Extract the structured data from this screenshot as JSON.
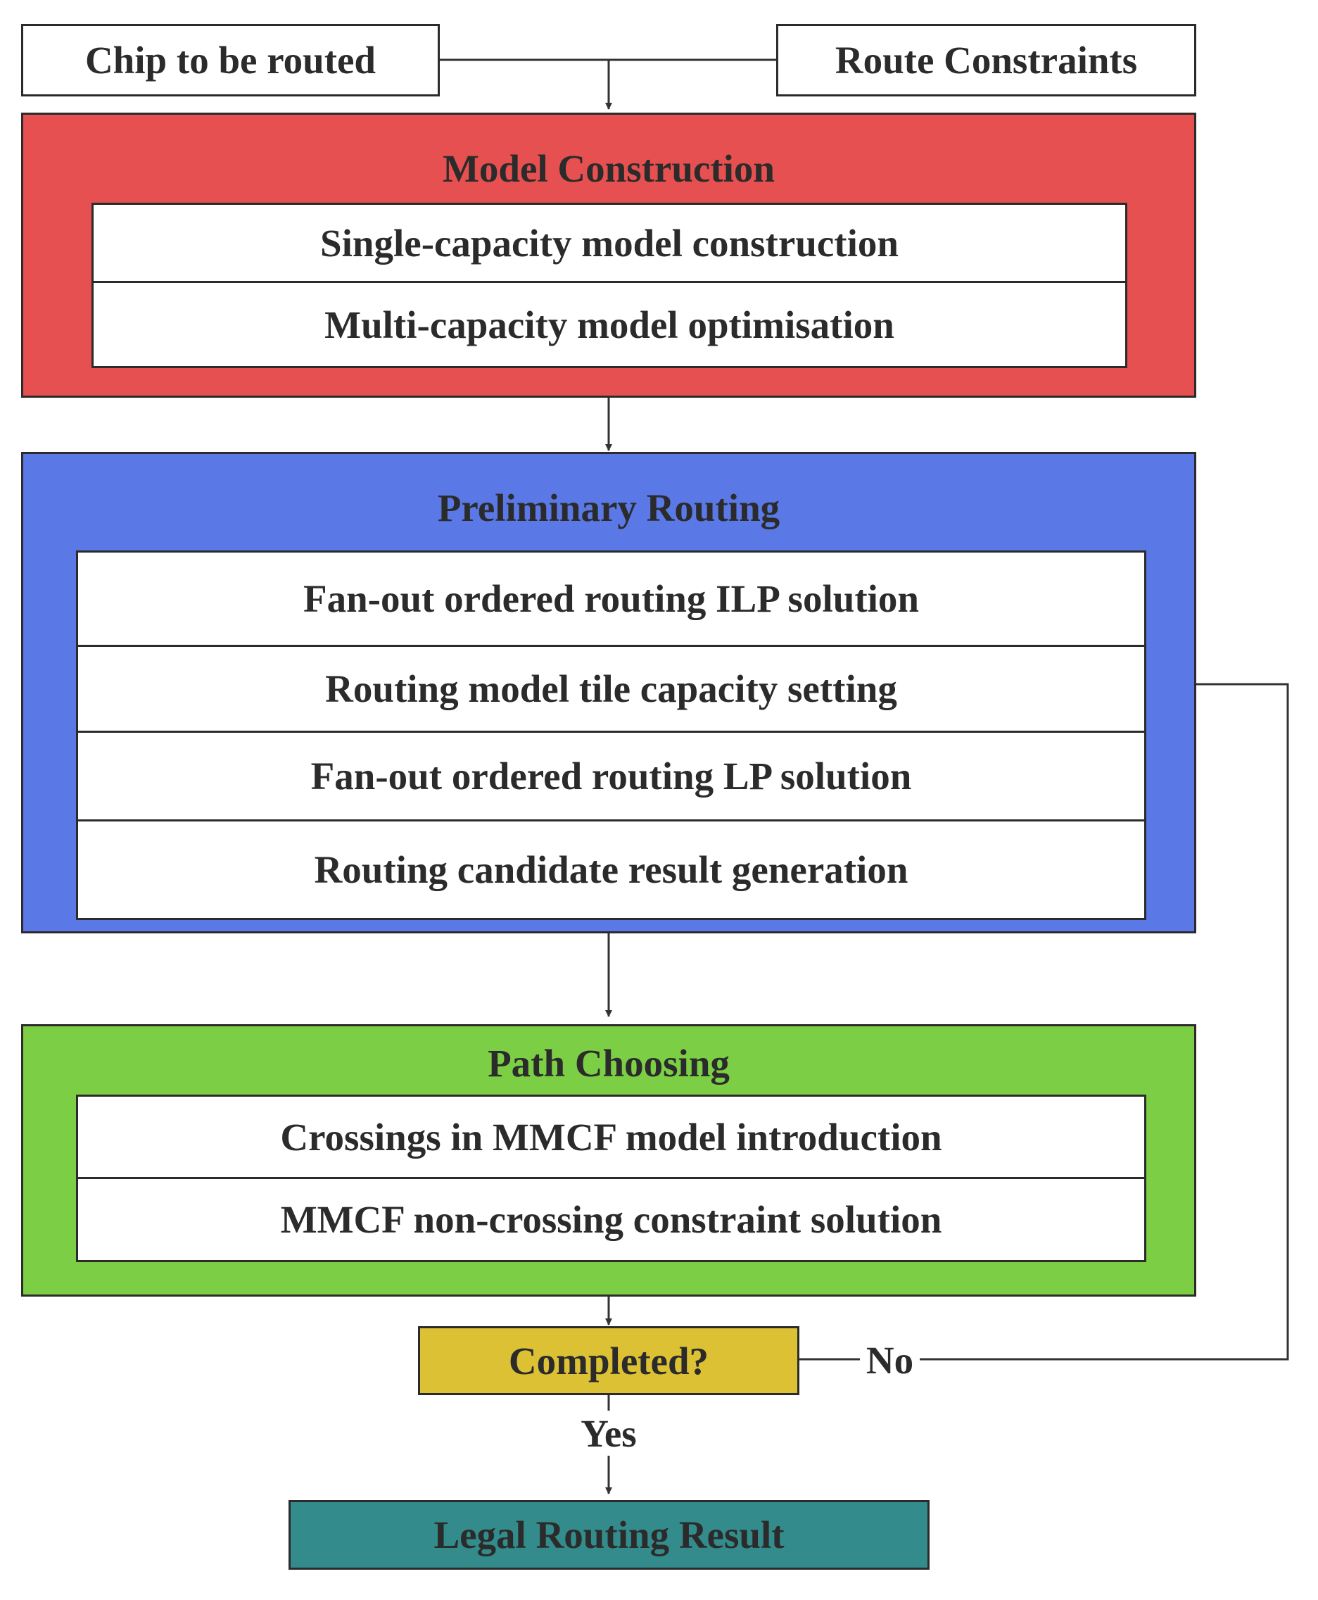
{
  "inputs": {
    "chip": "Chip to be routed",
    "constraints": "Route Constraints"
  },
  "model_construction": {
    "title": "Model Construction",
    "steps": [
      "Single-capacity model construction",
      "Multi-capacity model optimisation"
    ],
    "color": "#e65050"
  },
  "preliminary_routing": {
    "title": "Preliminary Routing",
    "steps": [
      "Fan-out ordered routing ILP solution",
      "Routing model tile capacity setting",
      "Fan-out ordered routing LP solution",
      "Routing candidate result generation"
    ],
    "color": "#5a78e6"
  },
  "path_choosing": {
    "title": "Path Choosing",
    "steps": [
      "Crossings in MMCF model introduction",
      "MMCF non-crossing constraint solution"
    ],
    "color": "#7ccf45"
  },
  "decision": {
    "label": "Completed?",
    "no_label": "No",
    "yes_label": "Yes",
    "color": "#dcc135"
  },
  "result": {
    "label": "Legal Routing Result",
    "color": "#338b8b"
  }
}
